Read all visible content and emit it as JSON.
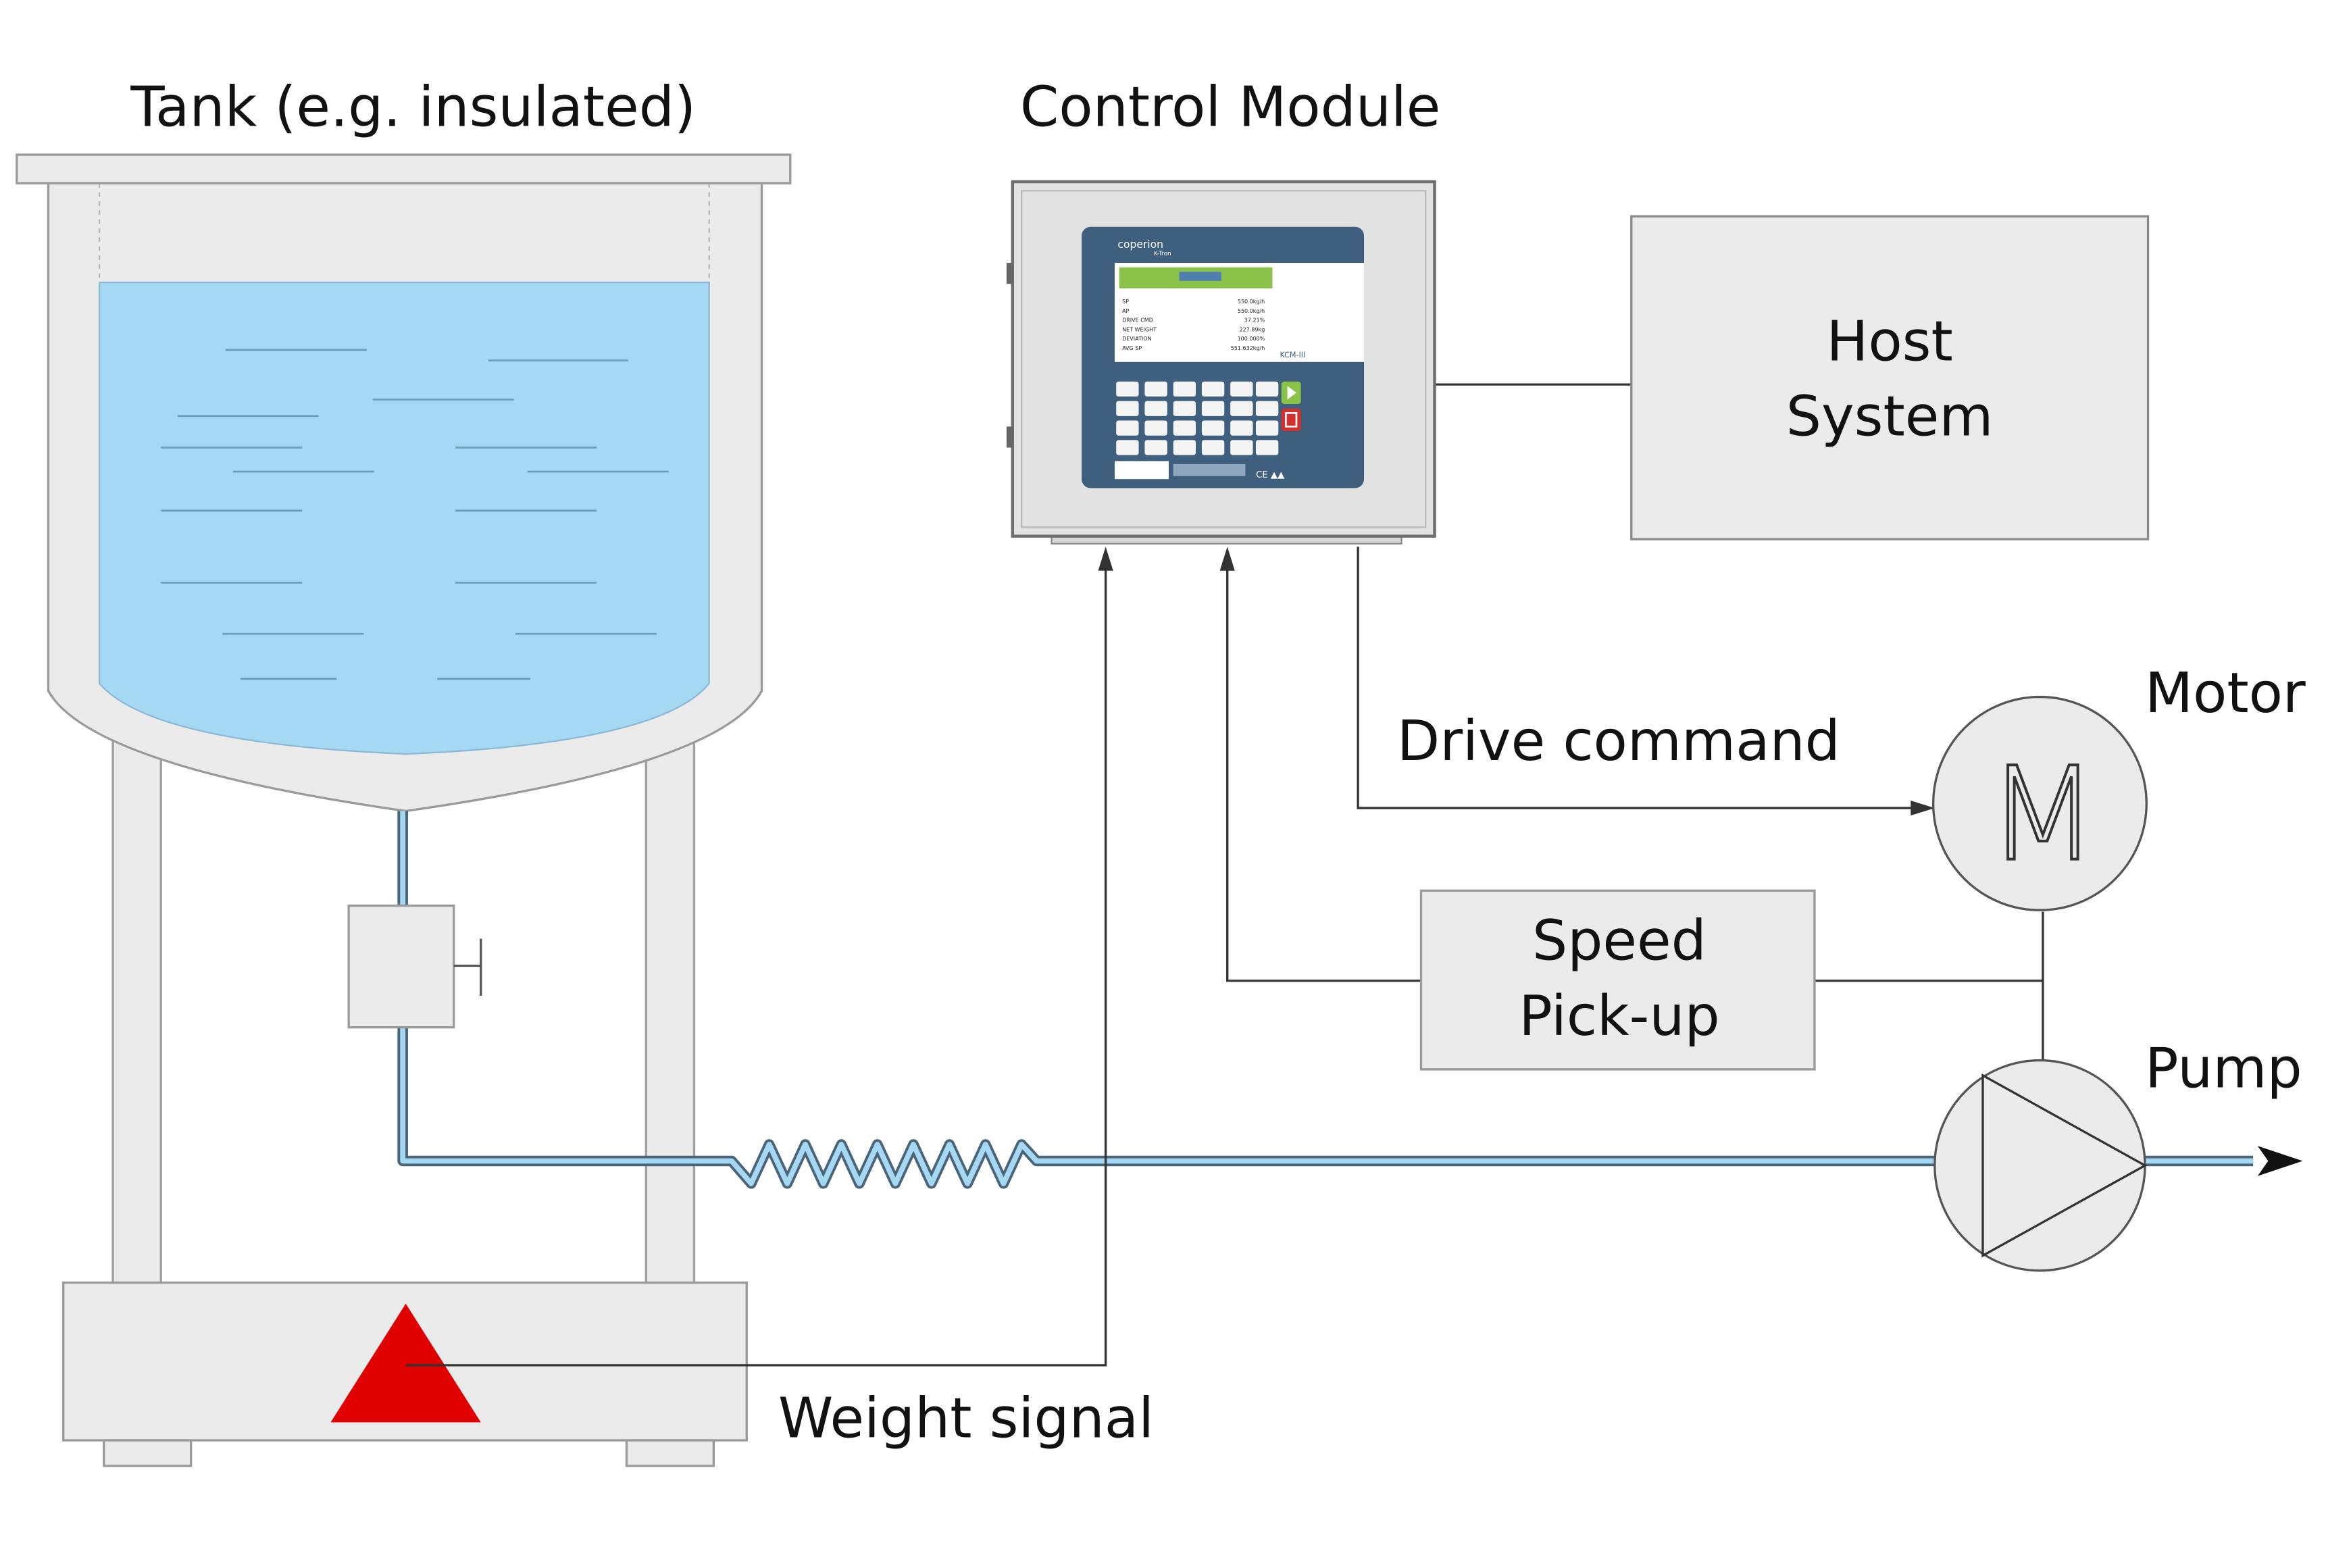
{
  "labels": {
    "tank": "Tank (e.g. insulated)",
    "control_module": "Control Module",
    "host_line1": "Host",
    "host_line2": "System",
    "motor": "Motor",
    "motor_symbol": "M",
    "drive_command": "Drive command",
    "speed_line1": "Speed",
    "speed_line2": "Pick-up",
    "pump": "Pump",
    "weight_signal": "Weight signal"
  },
  "device": {
    "brand": "coperion",
    "brand_sub": "K-Tron",
    "model": "KCM-III",
    "screen_rows": [
      {
        "name": "SP",
        "value": "550.0kg/h"
      },
      {
        "name": "AP",
        "value": "550.0kg/h"
      },
      {
        "name": "DRIVE CMD",
        "value": "37.21%"
      },
      {
        "name": "NET WEIGHT",
        "value": "227.89kg"
      },
      {
        "name": "DEVIATION",
        "value": "100.000%"
      },
      {
        "name": "AVG SP",
        "value": "551.632kg/h"
      }
    ]
  },
  "colors": {
    "liquid": "#a5d8f3",
    "structure_fill": "#ebebeb",
    "structure_stroke": "#9a9a9a",
    "line": "#333333",
    "pipe": "#8ec6e6",
    "load_cell": "#e00000",
    "device_panel": "#3f5f7f",
    "device_green": "#8bc34a",
    "device_red": "#d32f2f"
  }
}
